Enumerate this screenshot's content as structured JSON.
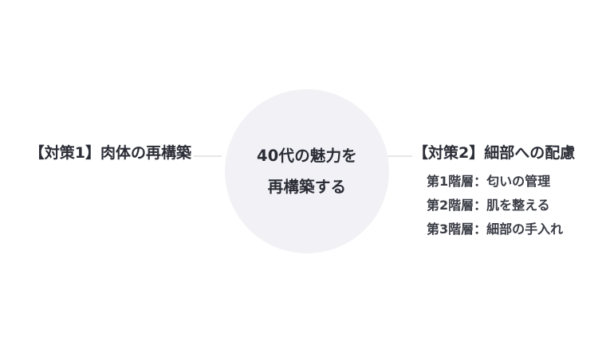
{
  "diagram": {
    "background_color": "#ffffff",
    "accent_color": "#f2f2f6",
    "text_color": "#2b2d36",
    "connector_color": "#e6e6ea",
    "hub": {
      "line1": "40代の魅力を",
      "line2": "再構築する"
    },
    "branches": [
      {
        "id": "left",
        "title": "【対策1】肉体の再構築",
        "items": []
      },
      {
        "id": "right",
        "title": "【対策2】細部への配慮",
        "items": [
          "第1階層：匂いの管理",
          "第2階層：肌を整える",
          "第3階層：細部の手入れ"
        ]
      }
    ]
  }
}
